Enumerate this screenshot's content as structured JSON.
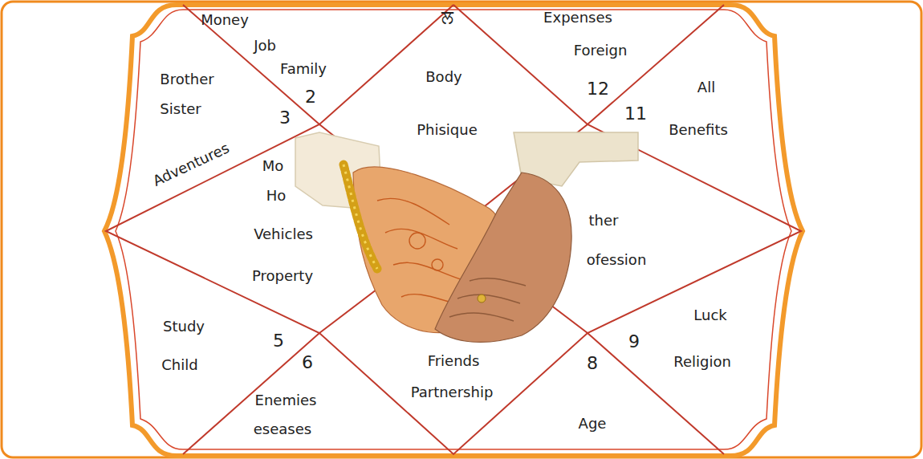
{
  "diagram": {
    "labels": [
      "ਲ",
      "Money",
      "Job",
      "Family",
      "2",
      "Brother",
      "Sister",
      "3",
      "Expenses",
      "Foreign",
      "12",
      "11",
      "All",
      "Benefits",
      "Body",
      "Phisique",
      "Adventures",
      "Mo",
      "Ho",
      "ther",
      "ofession",
      "Vehicles",
      "Property",
      "Study",
      "Child",
      "5",
      "6",
      "Luck",
      "Religion",
      "9",
      "8",
      "Friends",
      "Partnership",
      "Enemies",
      "eseases",
      "Age"
    ]
  }
}
